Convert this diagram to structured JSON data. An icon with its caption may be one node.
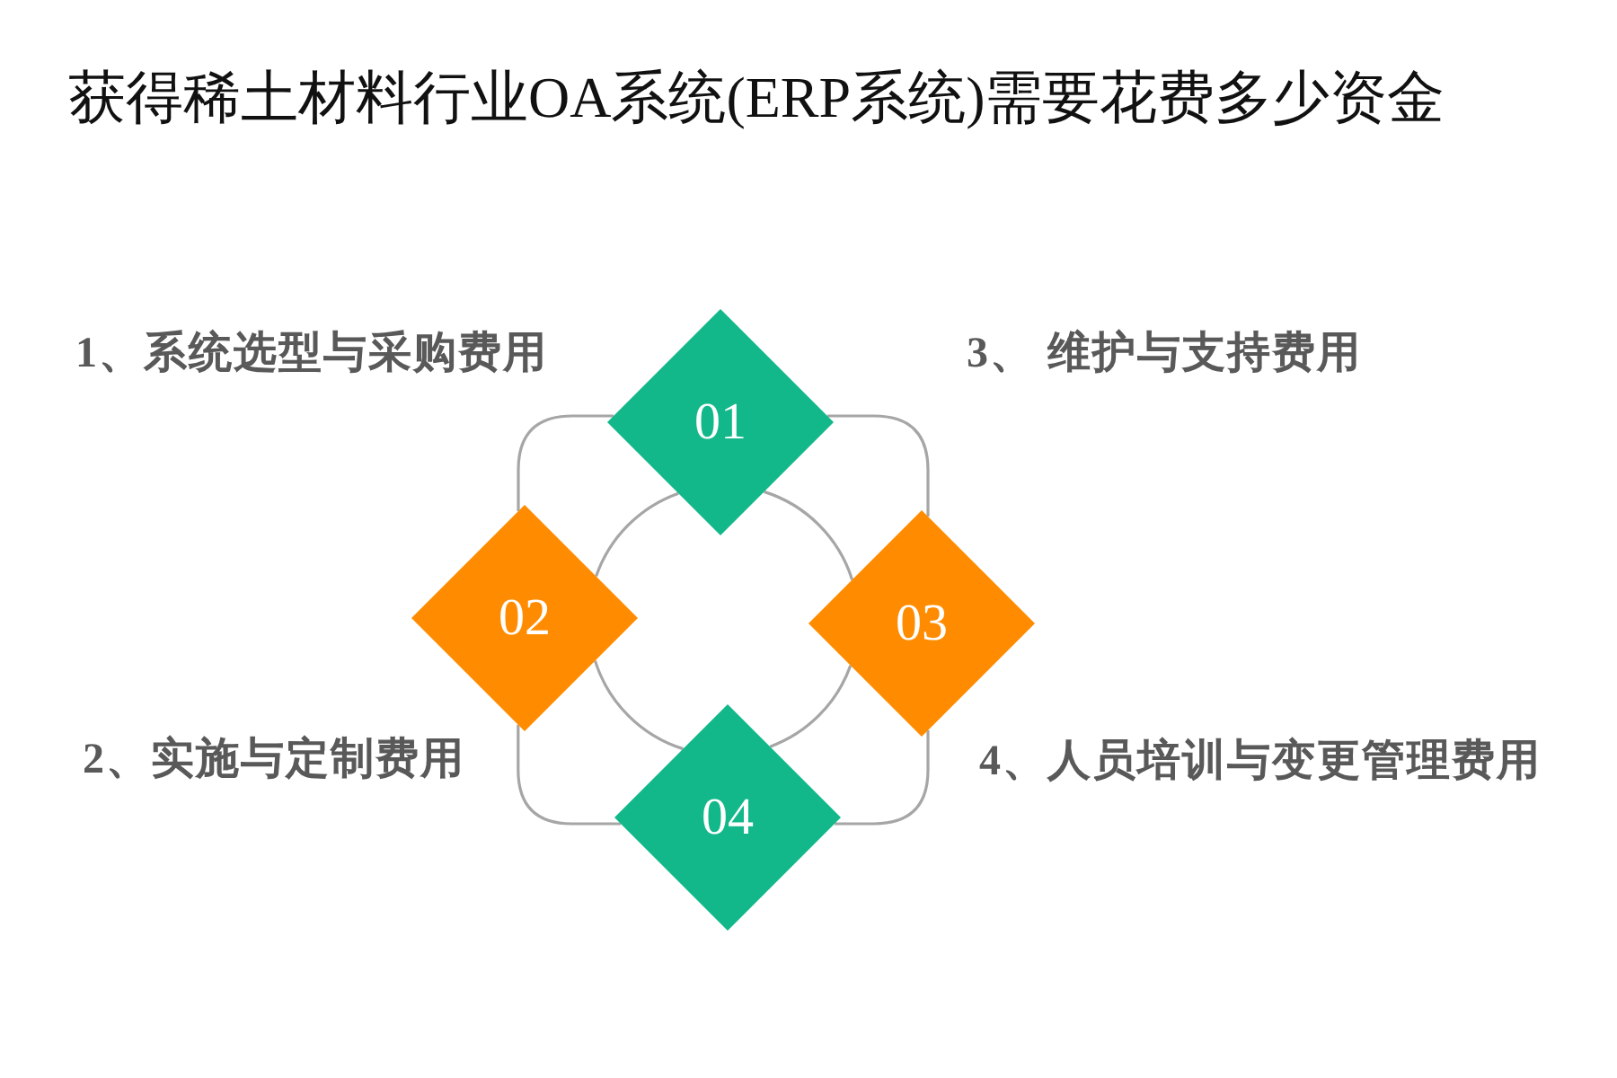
{
  "diagram": {
    "title": "获得稀土材料行业OA系统(ERP系统)需要花费多少资金",
    "nodes": [
      {
        "text": [
          "01"
        ]
      },
      {
        "text": [
          "02"
        ]
      },
      {
        "text": [
          "03"
        ]
      },
      {
        "text": [
          "04"
        ]
      }
    ],
    "edges": [
      {
        "from": 0,
        "to": 1,
        "arrow": "none"
      },
      {
        "from": 0,
        "to": 1,
        "arrow": "none"
      },
      {
        "from": 0,
        "to": 2,
        "arrow": "none"
      },
      {
        "from": 0,
        "to": 2,
        "arrow": "none"
      },
      {
        "from": 1,
        "to": 3,
        "arrow": "none"
      },
      {
        "from": 1,
        "to": 3,
        "arrow": "none"
      },
      {
        "from": 2,
        "to": 3,
        "arrow": "none"
      },
      {
        "from": 2,
        "to": 3,
        "arrow": "none"
      }
    ],
    "labels": [
      "1、系统选型与采购费用",
      "3、 维护与支持费用",
      "2、实施与定制费用",
      "4、人员培训与变更管理费用"
    ]
  }
}
